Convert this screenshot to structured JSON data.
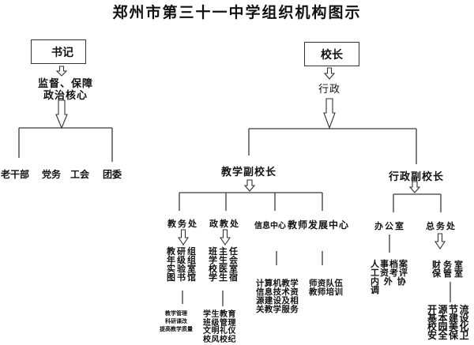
{
  "title": "郑州市第三十一中学组织机构图示",
  "party_branch": {
    "box_label": "书记",
    "role_lines": [
      "监督、保障",
      "政治核心"
    ],
    "units": [
      "老干部",
      "党务",
      "工会",
      "团委"
    ]
  },
  "admin_branch": {
    "box_label": "校长",
    "role": "行政",
    "teaching_vp": {
      "label": "教学副校长",
      "departments": [
        {
          "name": "教务处",
          "sub_units": [
            "教研组",
            "年级组",
            "实验室",
            "图书馆"
          ],
          "duties": [
            "教学管理",
            "科研课改",
            "提高教学质量"
          ]
        },
        {
          "name": "政教处",
          "sub_units": [
            "班主任",
            "学生会",
            "校医室",
            "学生宿"
          ],
          "duties": [
            "学生教育",
            "班级管理",
            "文明礼仪",
            "校风校纪"
          ]
        },
        {
          "name": "信息中心",
          "duties": [
            "计算机教学",
            "信息技术资",
            "源建设及相",
            "关教学服务"
          ]
        },
        {
          "name": "教师发展中心",
          "duties": [
            "师资队伍",
            "教师培训"
          ]
        }
      ]
    },
    "admin_vp": {
      "label": "行政副校长",
      "departments": [
        {
          "name": "办公室",
          "duties": [
            "人事档案",
            "工资考评",
            "内 外 协",
            "调"
          ]
        },
        {
          "name": "总务处",
          "sub_units": [
            "财务室",
            "保管室"
          ],
          "duties": [
            "开源节流",
            "基本建设",
            "校园美化",
            "安全保卫"
          ]
        }
      ]
    }
  }
}
